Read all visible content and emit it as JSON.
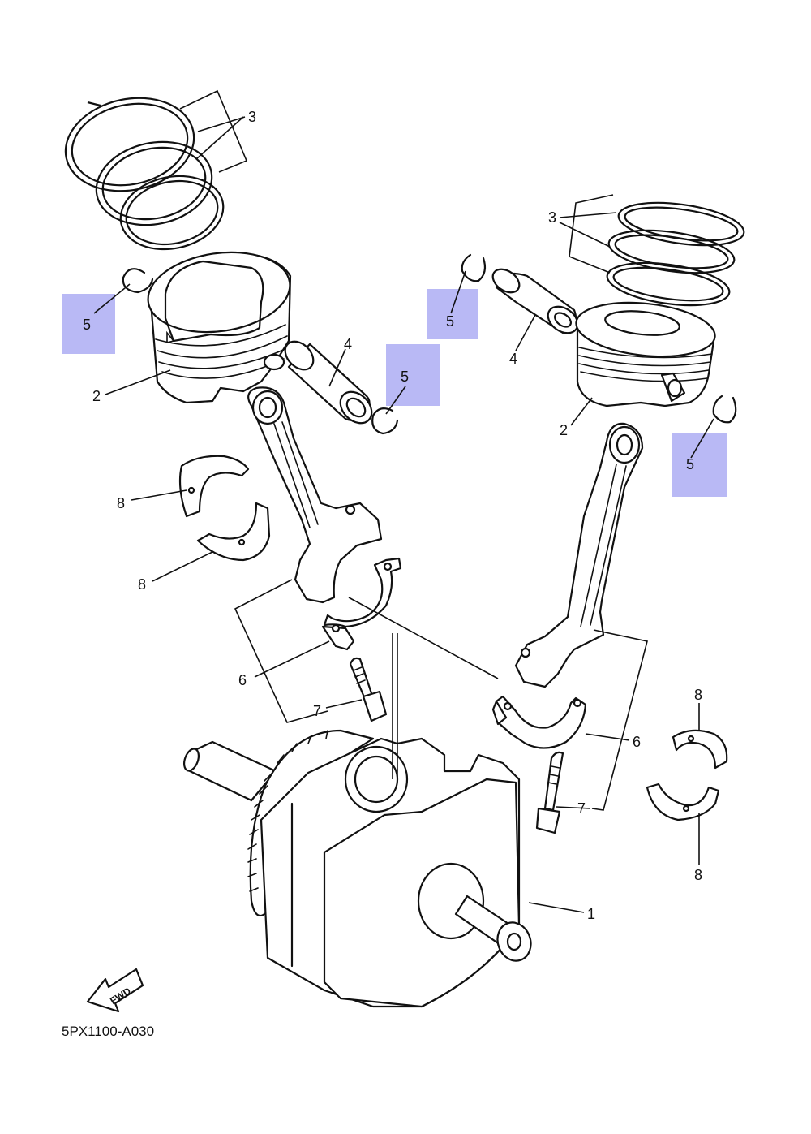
{
  "diagram": {
    "code": "5PX1100-A030",
    "fwd_label": "FWD",
    "callouts": {
      "crankshaft": "1",
      "piston_left": "2",
      "piston_right": "2",
      "rings_left": "3",
      "rings_right": "3",
      "pin_left": "4",
      "pin_right": "4",
      "clip_a": "5",
      "clip_b": "5",
      "clip_c": "5",
      "clip_d": "5",
      "cap_left": "6",
      "cap_right": "6",
      "bolt_left": "7",
      "bolt_right": "7",
      "bearing_a": "8",
      "bearing_b": "8",
      "bearing_c": "8",
      "bearing_d": "8"
    },
    "highlight_color": "#b9b9f5"
  }
}
